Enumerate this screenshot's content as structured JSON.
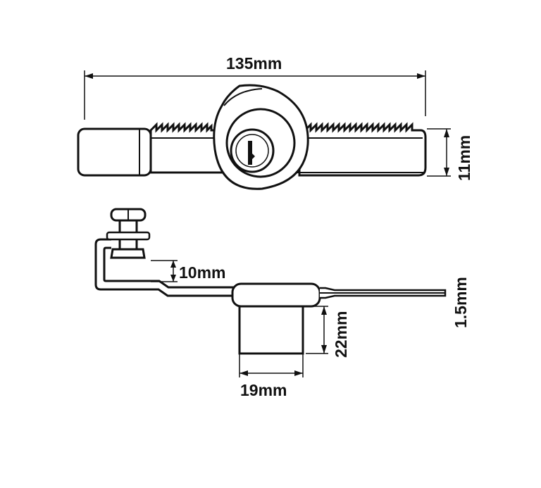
{
  "labels": {
    "overall_length": "135mm",
    "body_height": "11mm",
    "screw_offset": "10mm",
    "plate_thickness": "1.5mm",
    "cylinder_length": "22mm",
    "cylinder_diameter": "19mm"
  },
  "colors": {
    "ink": "#111111",
    "background": "#ffffff"
  }
}
